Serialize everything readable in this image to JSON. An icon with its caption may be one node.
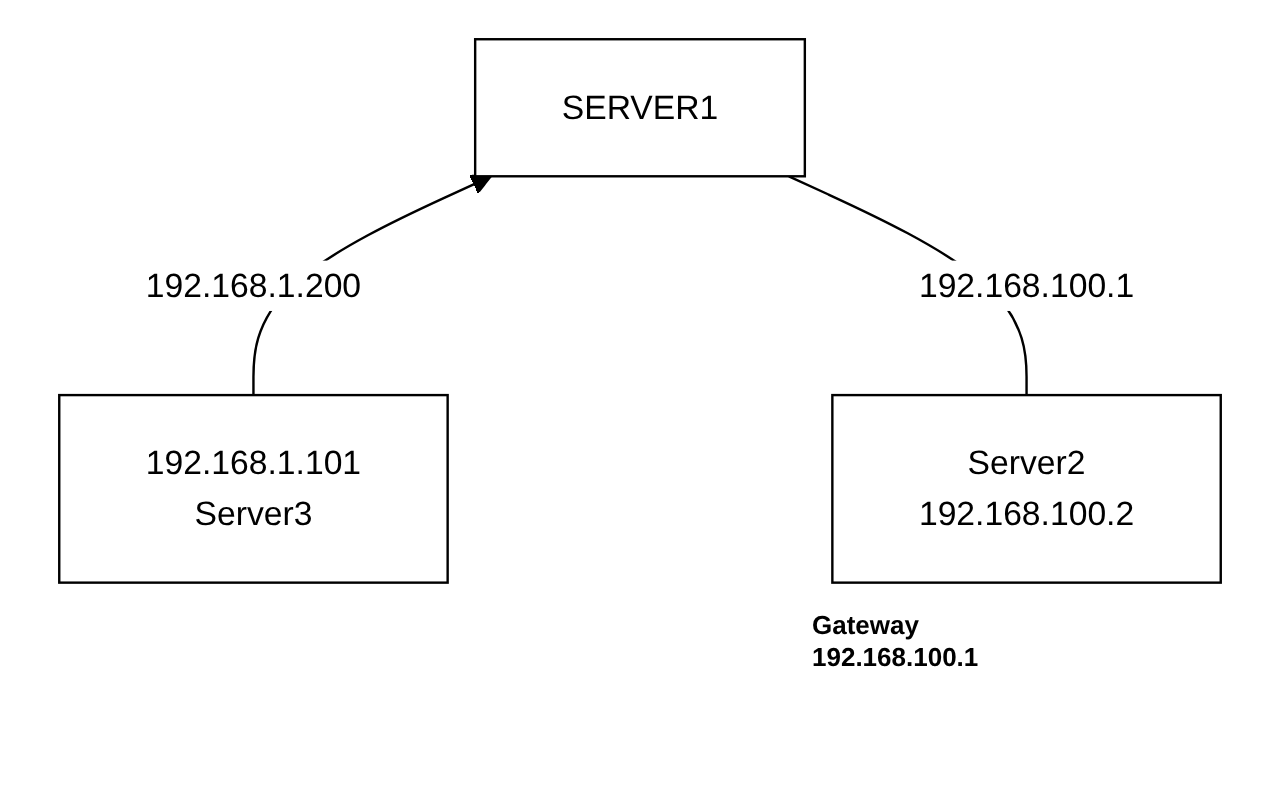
{
  "diagram": {
    "nodes": [
      {
        "text": [
          "SERVER1"
        ]
      },
      {
        "text": [
          "192.168.1.101",
          "Server3"
        ]
      },
      {
        "text": [
          "Server2",
          "192.168.100.2"
        ],
        "beside": [
          "Gateway 192.168.100.1"
        ]
      }
    ],
    "edges": [
      {
        "from": 1,
        "to": 0,
        "arrow": "to",
        "label": "192.168.1.200"
      },
      {
        "from": 0,
        "to": 2,
        "arrow": "none",
        "label": "192.168.100.1"
      }
    ]
  }
}
